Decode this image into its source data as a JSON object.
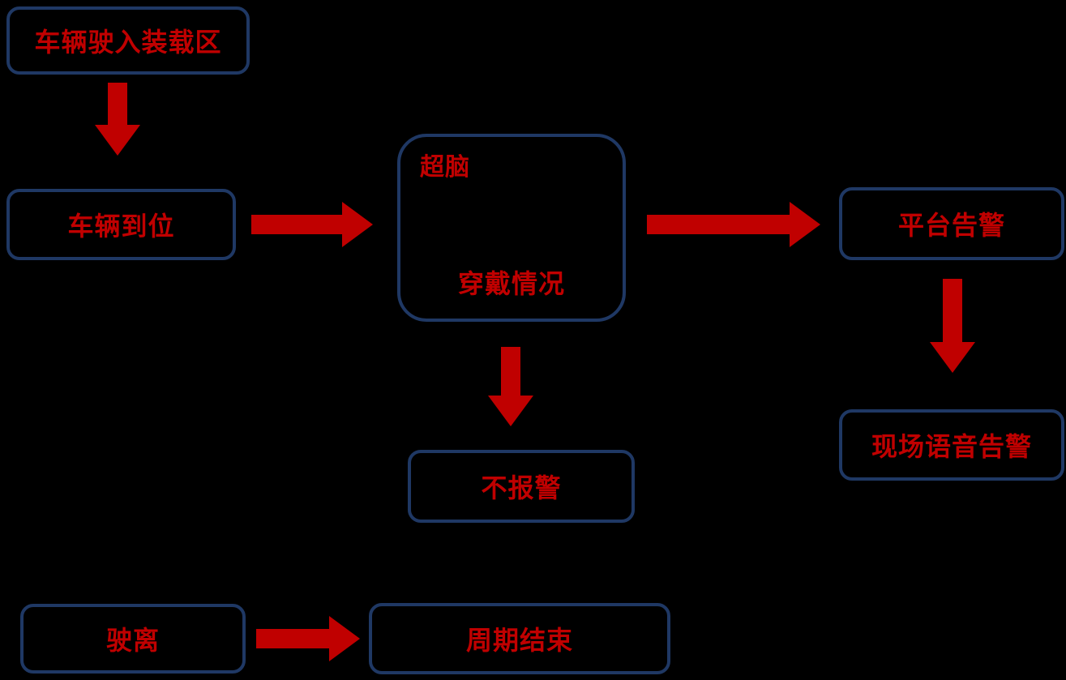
{
  "colors": {
    "background": "#000000",
    "box_border": "#1f3864",
    "text": "#c00000",
    "arrow": "#c00000"
  },
  "diagram": {
    "type": "flowchart",
    "nodes": {
      "enter_loading_zone": {
        "label": "车辆驶入装载区"
      },
      "vehicle_in_place": {
        "label": "车辆到位"
      },
      "super_brain": {
        "label_top": "超脑",
        "label_bottom": "穿戴情况"
      },
      "platform_alarm": {
        "label": "平台告警"
      },
      "onsite_voice_alarm": {
        "label": "现场语音告警"
      },
      "no_alarm": {
        "label": "不报警"
      },
      "drive_away": {
        "label": "驶离"
      },
      "cycle_end": {
        "label": "周期结束"
      }
    },
    "edges": [
      {
        "from": "enter_loading_zone",
        "to": "vehicle_in_place"
      },
      {
        "from": "vehicle_in_place",
        "to": "super_brain"
      },
      {
        "from": "super_brain",
        "to": "platform_alarm"
      },
      {
        "from": "platform_alarm",
        "to": "onsite_voice_alarm"
      },
      {
        "from": "super_brain",
        "to": "no_alarm"
      },
      {
        "from": "drive_away",
        "to": "cycle_end"
      }
    ]
  }
}
